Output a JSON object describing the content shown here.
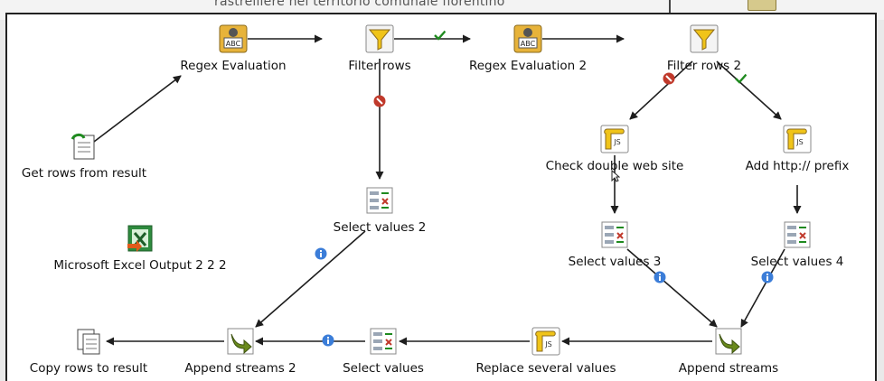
{
  "header": {
    "title": "rastrelliere nel territorio comunale fiorentino"
  },
  "steps": {
    "regex_evaluation": {
      "label": "Regex Evaluation",
      "icon": "regex-icon"
    },
    "filter_rows": {
      "label": "Filter rows",
      "icon": "filter-icon"
    },
    "regex_evaluation_2": {
      "label": "Regex Evaluation 2",
      "icon": "regex-icon"
    },
    "filter_rows_2": {
      "label": "Filter rows 2",
      "icon": "filter-icon"
    },
    "get_rows_from_result": {
      "label": "Get rows from result",
      "icon": "get-rows-icon"
    },
    "check_double_web_site": {
      "label": "Check double web site",
      "icon": "javascript-icon"
    },
    "add_http_prefix": {
      "label": "Add http:// prefix",
      "icon": "javascript-icon"
    },
    "select_values_2": {
      "label": "Select values 2",
      "icon": "select-values-icon"
    },
    "microsoft_excel_output": {
      "label": "Microsoft Excel Output 2 2 2",
      "icon": "excel-output-icon"
    },
    "select_values_3": {
      "label": "Select values 3",
      "icon": "select-values-icon"
    },
    "select_values_4": {
      "label": "Select values 4",
      "icon": "select-values-icon"
    },
    "copy_rows_to_result": {
      "label": "Copy rows to result",
      "icon": "copy-rows-icon"
    },
    "append_streams_2": {
      "label": "Append streams 2",
      "icon": "append-icon"
    },
    "select_values": {
      "label": "Select values",
      "icon": "select-values-icon"
    },
    "replace_several_values": {
      "label": "Replace several values",
      "icon": "javascript-icon"
    },
    "append_streams": {
      "label": "Append streams",
      "icon": "append-icon"
    }
  },
  "colors": {
    "hop": "#1e1e1e",
    "true_hop": "#1f8a1f",
    "false_hop": "#c0392b",
    "info": "#3b7dd8"
  }
}
